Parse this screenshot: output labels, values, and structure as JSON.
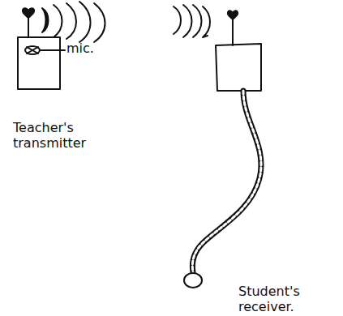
{
  "diagram": {
    "labels": [
      "mic.",
      "Teacher's transmitter",
      "Student's receiver."
    ]
  }
}
